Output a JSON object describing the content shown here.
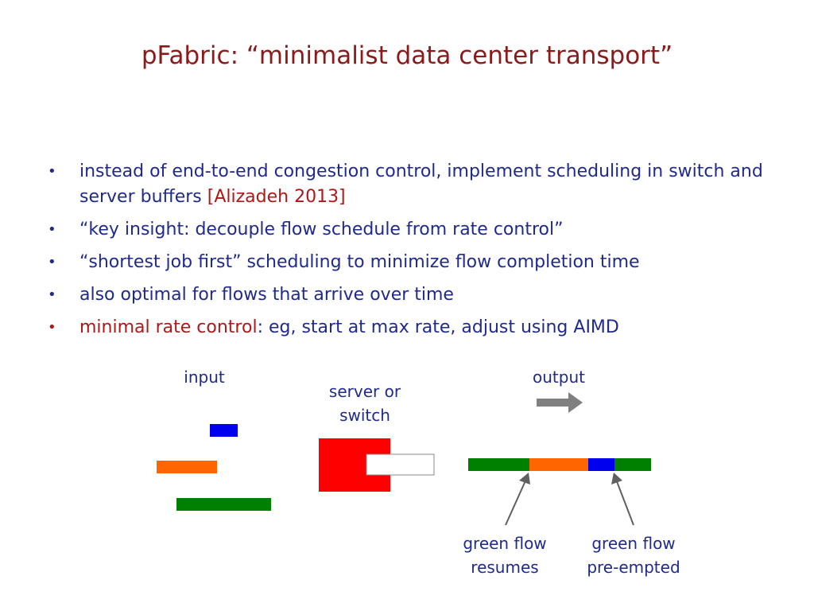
{
  "slide": {
    "title": "pFabric: “minimalist data center transport”",
    "bullets": [
      {
        "text": "instead of end-to-end congestion control, implement scheduling in switch and server buffers ",
        "cite": "[Alizadeh 2013]"
      },
      {
        "text": "“key insight: decouple flow schedule from rate control”"
      },
      {
        "text": "“shortest job first” scheduling to minimize flow completion time"
      },
      {
        "text": "also optimal for flows that arrive over time"
      },
      {
        "highlight": "minimal rate control",
        "text": ": eg, start at max rate, adjust using AIMD"
      }
    ],
    "bullet_symbol": "•"
  },
  "diagram": {
    "input_label": "input",
    "device_label_line1": "server or",
    "device_label_line2": "switch",
    "output_label": "output",
    "resumes_line1": "green flow",
    "resumes_line2": "resumes",
    "preempted_line1": "green flow",
    "preempted_line2": "pre-empted",
    "colors": {
      "blue": "#0000ee",
      "orange": "#ff6600",
      "green": "#008000",
      "red": "#ff0000",
      "arrow": "#808080",
      "title": "#8b1a1a",
      "text": "#1f2a8c"
    }
  }
}
